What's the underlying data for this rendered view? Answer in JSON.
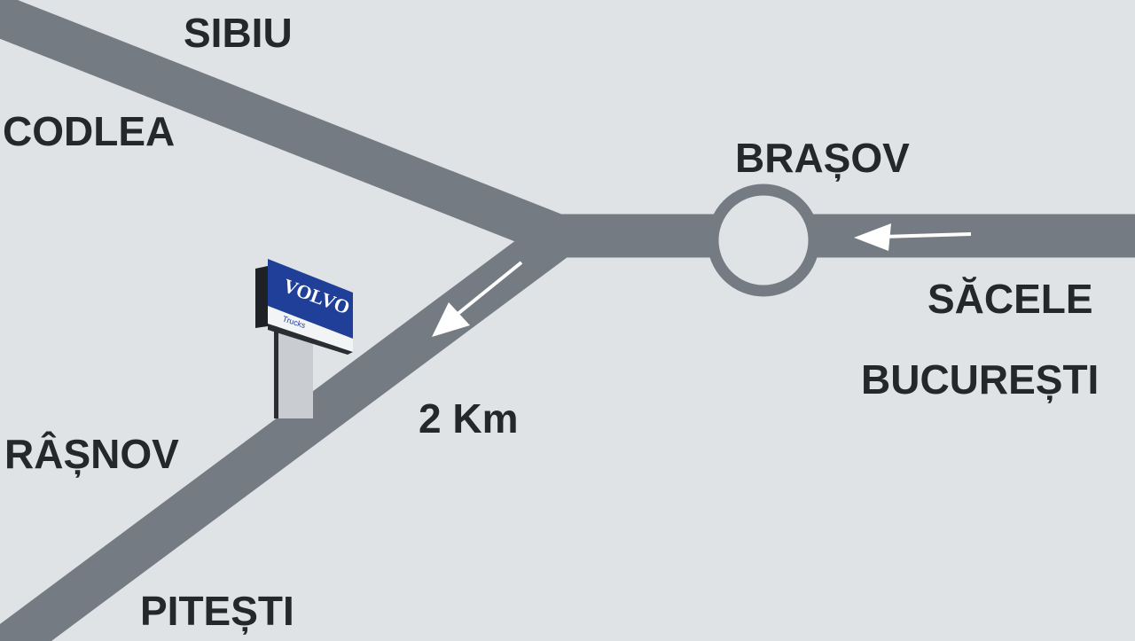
{
  "colors": {
    "background": "#dfe3e6",
    "road": "#747b83",
    "arrow": "#ffffff",
    "label": "#25272b",
    "sign_blue": "#1f3f99"
  },
  "labels": {
    "sibiu": "SIBIU",
    "codlea": "CODLEA",
    "brasov": "BRAȘOV",
    "sacele": "SĂCELE",
    "bucuresti": "BUCUREȘTI",
    "rasnov": "RÂȘNOV",
    "pitesti": "PITEȘTI",
    "distance": "2 Km"
  },
  "sign": {
    "brand": "VOLVO",
    "subtitle": "Trucks"
  }
}
